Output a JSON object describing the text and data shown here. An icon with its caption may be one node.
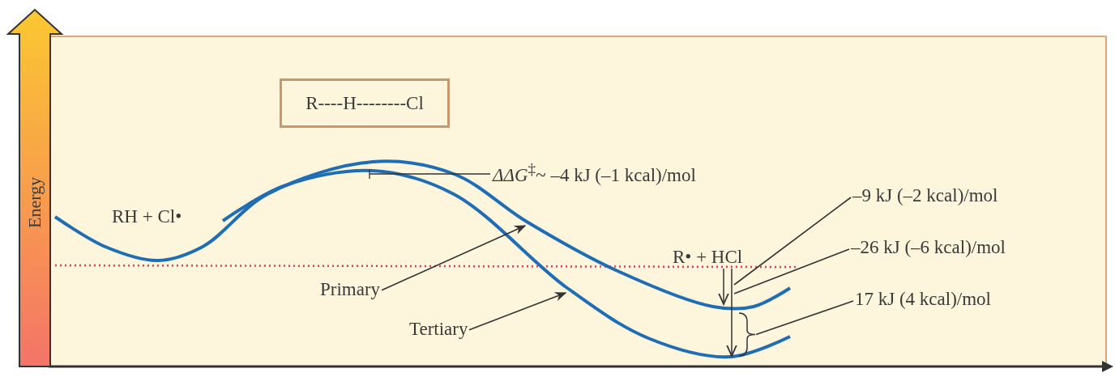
{
  "diagram": {
    "nodes": [
      {
        "text": [
          "R----H--------Cl"
        ]
      },
      {
        "text": [
          "*ΔΔG*$^{‡}$~ –4 kJ (–1 kcal)/mol"
        ]
      },
      {
        "text": [
          "Primary"
        ]
      },
      {
        "text": [
          "Tertiary"
        ]
      },
      {
        "text": [
          "–9 kJ (–2 kcal)/mol"
        ]
      },
      {
        "text": [
          "–26 kJ (–6 kcal)/mol"
        ]
      },
      {
        "text": [
          "17 kJ (4 kcal)/mol"
        ]
      },
      {
        "text": [],
        "shape": "brace"
      }
    ],
    "edges": [
      {
        "from": 1,
        "to": null,
        "arrow": "other"
      },
      {
        "from": 2,
        "to": null,
        "arrow": "to"
      },
      {
        "from": 3,
        "to": null,
        "arrow": "to"
      },
      {
        "from": 4,
        "to": null,
        "arrow": "none"
      },
      {
        "from": 5,
        "to": null,
        "arrow": "none"
      },
      {
        "from": 6,
        "to": 7,
        "arrow": "none"
      }
    ],
    "labels": [
      "Energy",
      "RH + Cl•",
      "R• + HCl"
    ]
  }
}
